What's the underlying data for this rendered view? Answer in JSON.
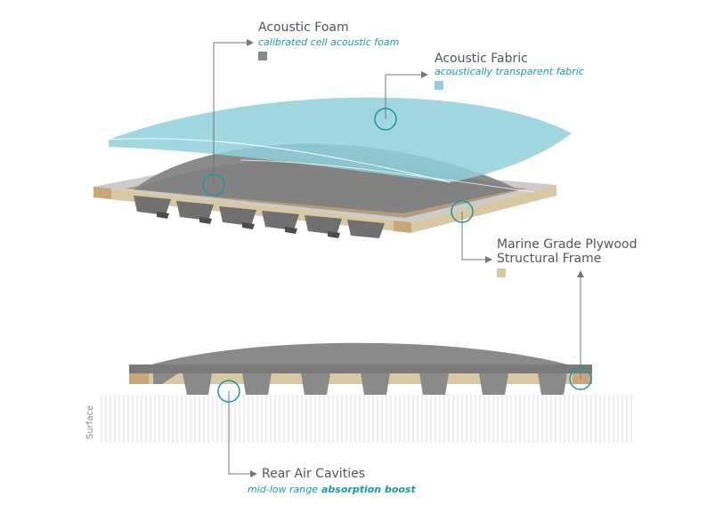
{
  "colors": {
    "accent": "#1a9aa3",
    "fabric": "#8fd0dc",
    "foam": "#8a8a8a",
    "foam_dark": "#6e6e6e",
    "plywood": "#d9c9a3",
    "plywood_edge": "#c8a878",
    "leader": "#777777",
    "surface_lines": "#cfcfcf"
  },
  "labels": {
    "foam": {
      "title": "Acoustic Foam",
      "subtitle": "calibrated cell acoustic foam",
      "swatch_color": "#8a8a8a"
    },
    "fabric": {
      "title": "Acoustic Fabric",
      "subtitle": "acoustically transparent fabric",
      "swatch_color": "#8fd0dc"
    },
    "plywood": {
      "title_line1": "Marine Grade Plywood",
      "title_line2": "Structural Frame",
      "swatch_color": "#d9c9a3"
    },
    "cavities": {
      "title": "Rear Air Cavities",
      "subtitle_prefix": "mid-low range",
      "subtitle_bold": "absorption boost"
    },
    "surface": "Surface"
  }
}
